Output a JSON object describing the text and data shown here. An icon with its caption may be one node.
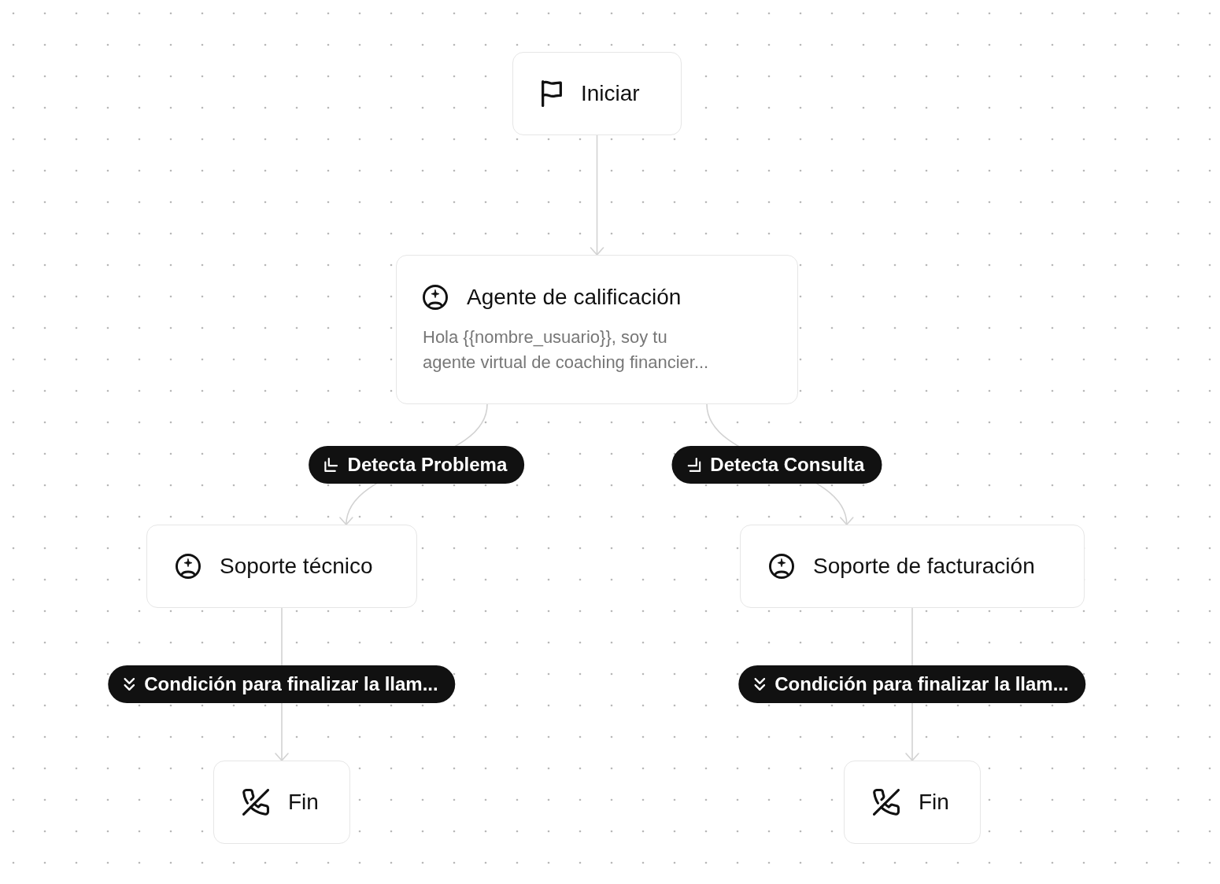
{
  "diagram": {
    "nodes": [
      {
        "text": [
          "Iniciar"
        ]
      },
      {
        "text": [
          "Agente de calificación",
          "Hola {{nombre_usuario}}, soy tu agente virtual de coaching financier..."
        ]
      },
      {
        "text": [
          "Soporte técnico"
        ]
      },
      {
        "text": [
          "Soporte de facturación"
        ]
      },
      {
        "text": [
          "Fin"
        ]
      },
      {
        "text": [
          "Fin"
        ]
      }
    ],
    "edges": [
      {
        "from": 0,
        "to": 1,
        "arrow": "to"
      },
      {
        "from": 1,
        "to": 2,
        "arrow": "to",
        "label": "Detecta Problema"
      },
      {
        "from": 1,
        "to": 3,
        "arrow": "to",
        "label": "Detecta Consulta"
      },
      {
        "from": 2,
        "to": 4,
        "arrow": "to",
        "label": "Condición para finalizar la llam..."
      },
      {
        "from": 3,
        "to": 5,
        "arrow": "to",
        "label": "Condición para finalizar la llam..."
      }
    ]
  }
}
